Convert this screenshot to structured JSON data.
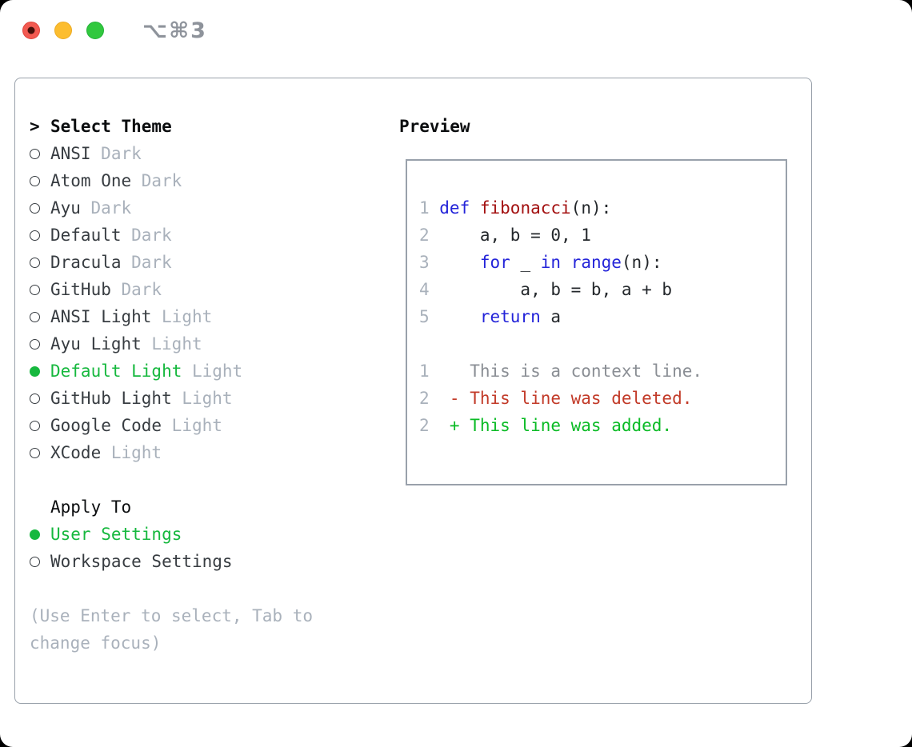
{
  "window": {
    "title": "⌥⌘3"
  },
  "theme_list": {
    "cursor": ">",
    "header": "Select Theme",
    "items": [
      {
        "name": "ANSI",
        "variant": "Dark",
        "selected": false
      },
      {
        "name": "Atom One",
        "variant": "Dark",
        "selected": false
      },
      {
        "name": "Ayu",
        "variant": "Dark",
        "selected": false
      },
      {
        "name": "Default",
        "variant": "Dark",
        "selected": false
      },
      {
        "name": "Dracula",
        "variant": "Dark",
        "selected": false
      },
      {
        "name": "GitHub",
        "variant": "Dark",
        "selected": false
      },
      {
        "name": "ANSI Light",
        "variant": "Light",
        "selected": false
      },
      {
        "name": "Ayu Light",
        "variant": "Light",
        "selected": false
      },
      {
        "name": "Default Light",
        "variant": "Light",
        "selected": true
      },
      {
        "name": "GitHub Light",
        "variant": "Light",
        "selected": false
      },
      {
        "name": "Google Code",
        "variant": "Light",
        "selected": false
      },
      {
        "name": "XCode",
        "variant": "Light",
        "selected": false
      }
    ]
  },
  "apply_to": {
    "header": "Apply To",
    "options": [
      {
        "label": "User Settings",
        "selected": true
      },
      {
        "label": "Workspace Settings",
        "selected": false
      }
    ]
  },
  "hint": "(Use Enter to select, Tab to change focus)",
  "preview": {
    "header": "Preview",
    "lines": [
      {
        "num": "1",
        "segments": [
          {
            "style": "keyword",
            "text": "def"
          },
          {
            "style": "plain",
            "text": " "
          },
          {
            "style": "function",
            "text": "fibonacci"
          },
          {
            "style": "plain",
            "text": "(n):"
          }
        ]
      },
      {
        "num": "2",
        "segments": [
          {
            "style": "plain",
            "text": "    a, b = 0, 1"
          }
        ]
      },
      {
        "num": "3",
        "segments": [
          {
            "style": "plain",
            "text": "    "
          },
          {
            "style": "keyword",
            "text": "for"
          },
          {
            "style": "plain",
            "text": " _ "
          },
          {
            "style": "keyword",
            "text": "in"
          },
          {
            "style": "plain",
            "text": " "
          },
          {
            "style": "keyword",
            "text": "range"
          },
          {
            "style": "plain",
            "text": "(n):"
          }
        ]
      },
      {
        "num": "4",
        "segments": [
          {
            "style": "plain",
            "text": "        a, b = b, a + b"
          }
        ]
      },
      {
        "num": "5",
        "segments": [
          {
            "style": "plain",
            "text": "    "
          },
          {
            "style": "keyword",
            "text": "return"
          },
          {
            "style": "plain",
            "text": " a"
          }
        ]
      },
      {
        "num": "",
        "segments": []
      },
      {
        "num": "1",
        "segments": [
          {
            "style": "context",
            "text": "   This is a context line."
          }
        ]
      },
      {
        "num": "2",
        "segments": [
          {
            "style": "deleted",
            "text": " - This line was deleted."
          }
        ]
      },
      {
        "num": "2",
        "segments": [
          {
            "style": "added",
            "text": " + This line was added."
          }
        ]
      }
    ]
  },
  "colors": {
    "header": "#0b0d0f",
    "text": "#373c41",
    "muted": "#a9b1bb",
    "border": "#99a1ab",
    "selected_green": "#16b83e",
    "keyword": "#2424d9",
    "function_name": "#a31111",
    "plain": "#23272b",
    "line_number": "#a9b1bb",
    "context": "#8a8e94",
    "deleted": "#c23a28",
    "added": "#0abb25",
    "titlebar_title": "#8e939b",
    "light_red": "#f25a51",
    "light_red_dot": "#47100a",
    "light_yellow": "#fcbd2f",
    "light_green": "#31c83e"
  }
}
